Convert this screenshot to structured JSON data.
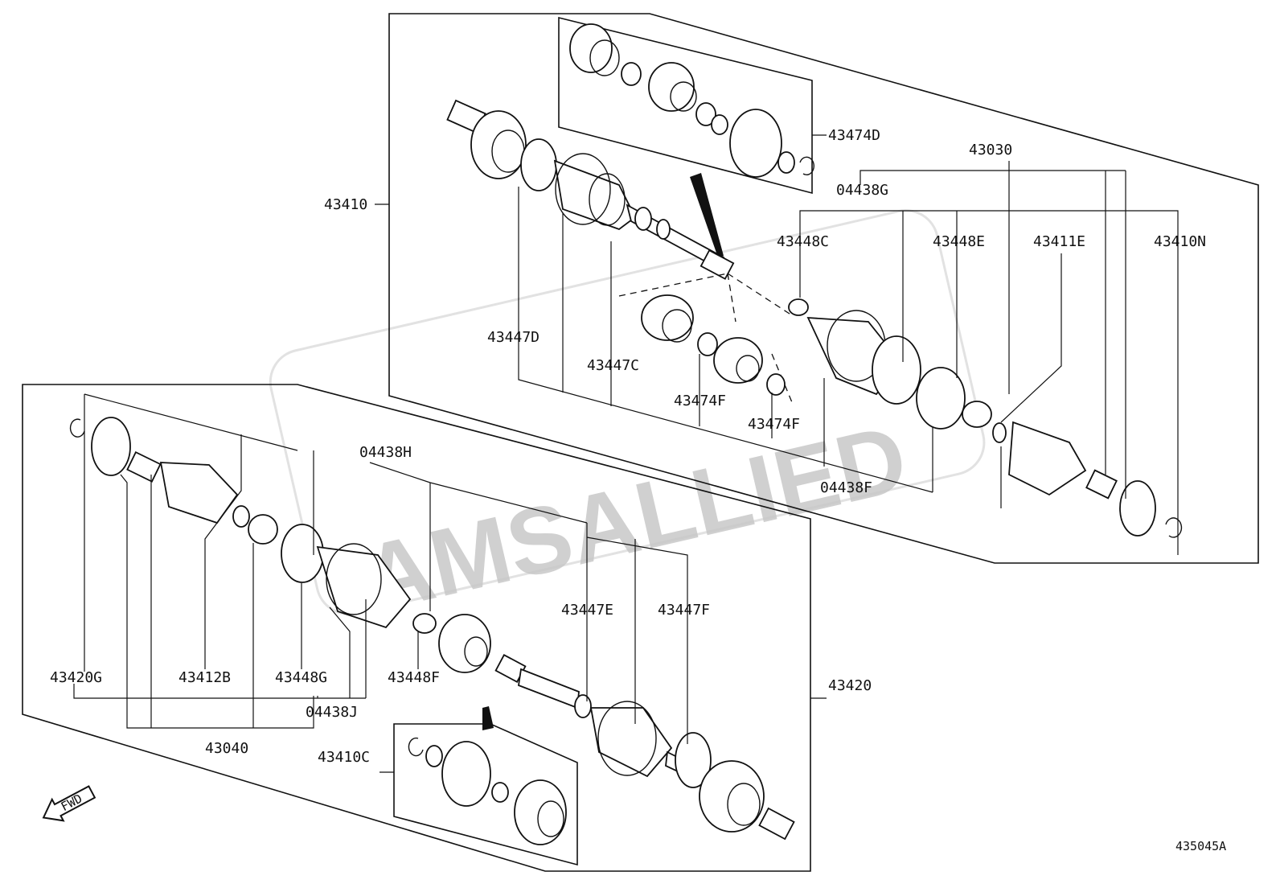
{
  "labels": {
    "p43474D": "43474D",
    "p43030": "43030",
    "p04438G": "04438G",
    "p43410": "43410",
    "p43448C": "43448C",
    "p43448E": "43448E",
    "p43411E": "43411E",
    "p43410N": "43410N",
    "p43447D": "43447D",
    "p43447C": "43447C",
    "p43474F_a": "43474F",
    "p43474F_b": "43474F",
    "p04438F": "04438F",
    "p04438H": "04438H",
    "p43447E": "43447E",
    "p43447F": "43447F",
    "p43420G": "43420G",
    "p43412B": "43412B",
    "p43448G": "43448G",
    "p43448F": "43448F",
    "p43420": "43420",
    "p04438J": "04438J",
    "p43040": "43040",
    "p43410C": "43410C"
  },
  "watermark": "AMSALLIED",
  "fwd_label": "FWD",
  "diagram_id": "435045A"
}
